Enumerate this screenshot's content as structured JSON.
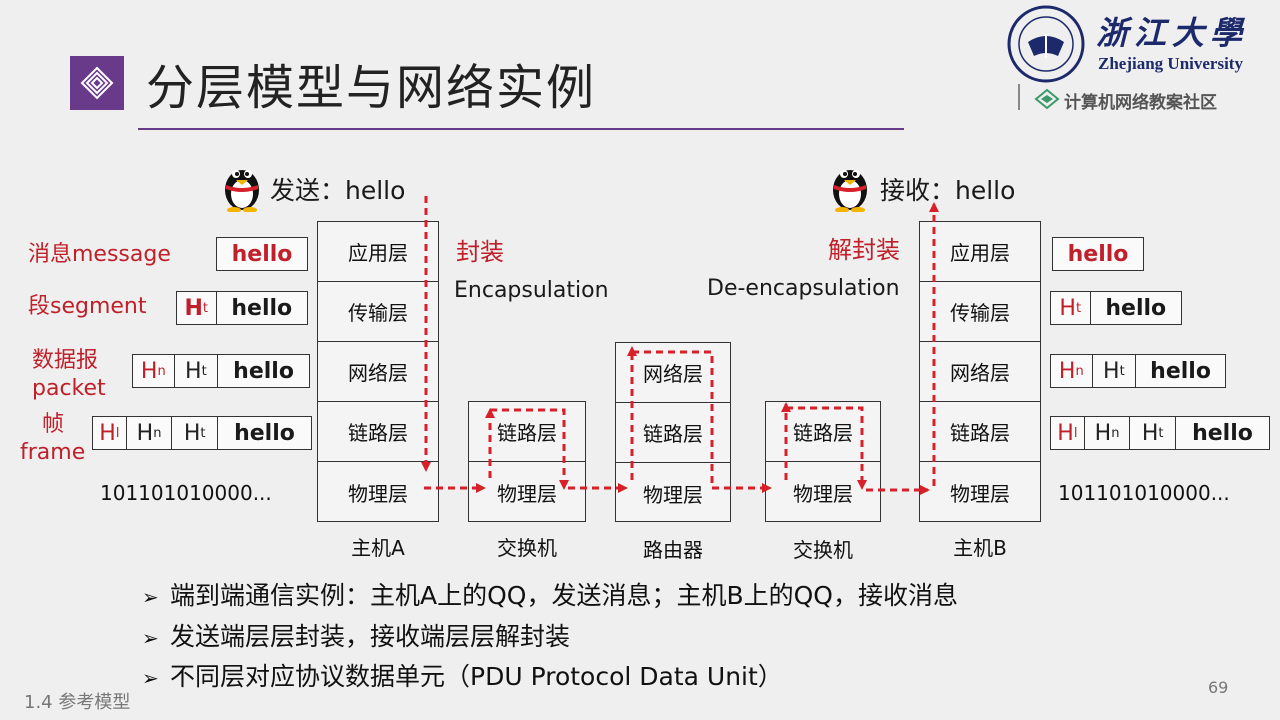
{
  "title": "分层模型与网络实例",
  "logo": {
    "cn": "浙江大學",
    "en": "Zhejiang University",
    "community": "计算机网络教案社区"
  },
  "sender_label": "发送：hello",
  "receiver_label": "接收：hello",
  "encapsulation": {
    "cn": "封装",
    "en": "Encapsulation"
  },
  "decapsulation": {
    "cn": "解封装",
    "en": "De-encapsulation"
  },
  "pdu_labels": {
    "message": "消息message",
    "segment": "段segment",
    "packet_cn": "数据报",
    "packet_en": "packet",
    "frame_cn": "帧",
    "frame_en": "frame"
  },
  "pdu": {
    "hello": "hello",
    "H": "H",
    "sub_t": "t",
    "sub_n": "n",
    "sub_l": "l",
    "bits": "101101010000..."
  },
  "layers": {
    "app": "应用层",
    "transport": "传输层",
    "network": "网络层",
    "link": "链路层",
    "physical": "物理层"
  },
  "devices": {
    "host_a": "主机A",
    "switch": "交换机",
    "router": "路由器",
    "host_b": "主机B"
  },
  "bullets": [
    "端到端通信实例：主机A上的QQ，发送消息；主机B上的QQ，接收消息",
    "发送端层层封装，接收端层层解封装",
    "不同层对应协议数据单元（PDU Protocol Data Unit）"
  ],
  "footer": "1.4 参考模型",
  "page_number": "69",
  "colors": {
    "accent": "#6a3a8a",
    "red": "#c0202a",
    "brand": "#1c2a6c"
  },
  "icons": [
    "layers-icon",
    "university-seal",
    "community-icon",
    "qq-penguin-icon",
    "bullet-arrow-icon"
  ]
}
